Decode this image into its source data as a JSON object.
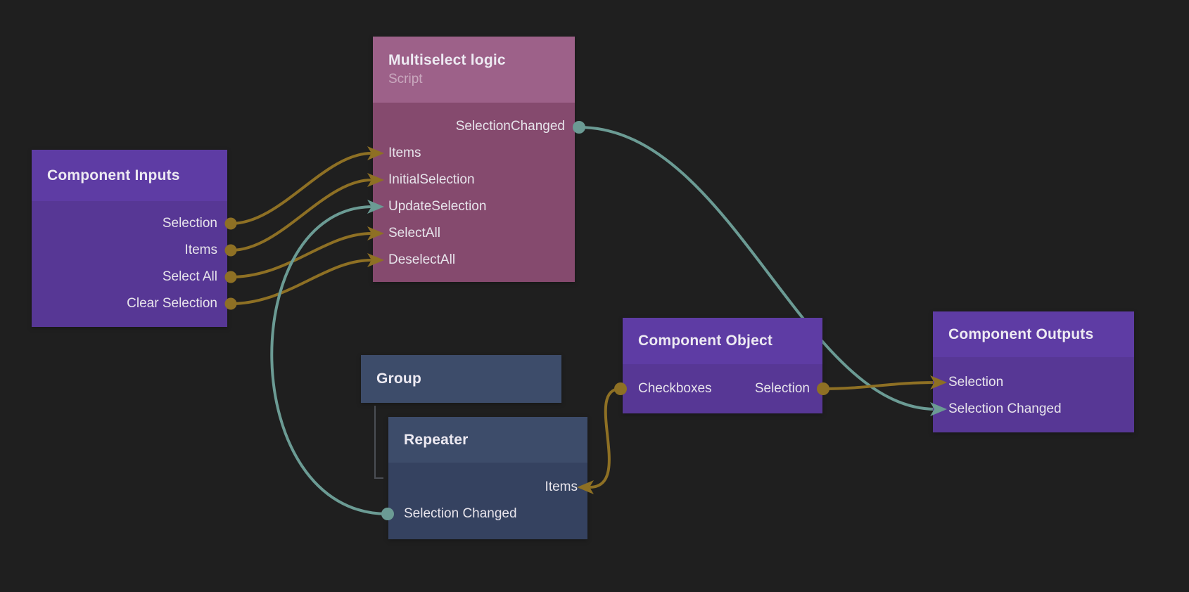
{
  "canvas": {
    "background": "#1f1f1f"
  },
  "colors": {
    "wire_data": "#8e7024",
    "wire_signal": "#6b9b94",
    "node_purple_header": "#5e3ca4",
    "node_purple_body": "#573795",
    "node_mauve_header": "#9d6189",
    "node_mauve_body": "#854a6e",
    "node_slate_header": "#3d4c6a",
    "node_slate_body": "#354260",
    "group_child_connector": "#4b4e54"
  },
  "nodes": {
    "component_inputs": {
      "title": "Component Inputs",
      "ports": [
        {
          "label": "Selection"
        },
        {
          "label": "Items"
        },
        {
          "label": "Select All"
        },
        {
          "label": "Clear Selection"
        }
      ]
    },
    "multiselect_logic": {
      "title": "Multiselect logic",
      "subtitle": "Script",
      "ports": [
        {
          "label": "SelectionChanged"
        },
        {
          "label": "Items"
        },
        {
          "label": "InitialSelection"
        },
        {
          "label": "UpdateSelection"
        },
        {
          "label": "SelectAll"
        },
        {
          "label": "DeselectAll"
        }
      ]
    },
    "group": {
      "title": "Group"
    },
    "repeater": {
      "title": "Repeater",
      "ports": [
        {
          "label": "Items"
        },
        {
          "label": "Selection Changed"
        }
      ]
    },
    "component_object": {
      "title": "Component Object",
      "ports": [
        {
          "label": "Checkboxes"
        },
        {
          "label": "Selection"
        }
      ]
    },
    "component_outputs": {
      "title": "Component Outputs",
      "ports": [
        {
          "label": "Selection"
        },
        {
          "label": "Selection Changed"
        }
      ]
    }
  },
  "connections": [
    {
      "from": "Component Inputs.Selection",
      "to": "Multiselect logic.Items",
      "color": "#8e7024"
    },
    {
      "from": "Component Inputs.Items",
      "to": "Multiselect logic.InitialSelection",
      "color": "#8e7024"
    },
    {
      "from": "Component Inputs.Select All",
      "to": "Multiselect logic.SelectAll",
      "color": "#8e7024"
    },
    {
      "from": "Component Inputs.Clear Selection",
      "to": "Multiselect logic.DeselectAll",
      "color": "#8e7024"
    },
    {
      "from": "Repeater.Selection Changed",
      "to": "Multiselect logic.UpdateSelection",
      "color": "#6b9b94"
    },
    {
      "from": "Multiselect logic.SelectionChanged",
      "to": "Component Outputs.Selection Changed",
      "color": "#6b9b94"
    },
    {
      "from": "Component Object.Checkboxes",
      "to": "Repeater.Items",
      "color": "#8e7024"
    },
    {
      "from": "Component Object.Selection",
      "to": "Component Outputs.Selection",
      "color": "#8e7024"
    }
  ]
}
